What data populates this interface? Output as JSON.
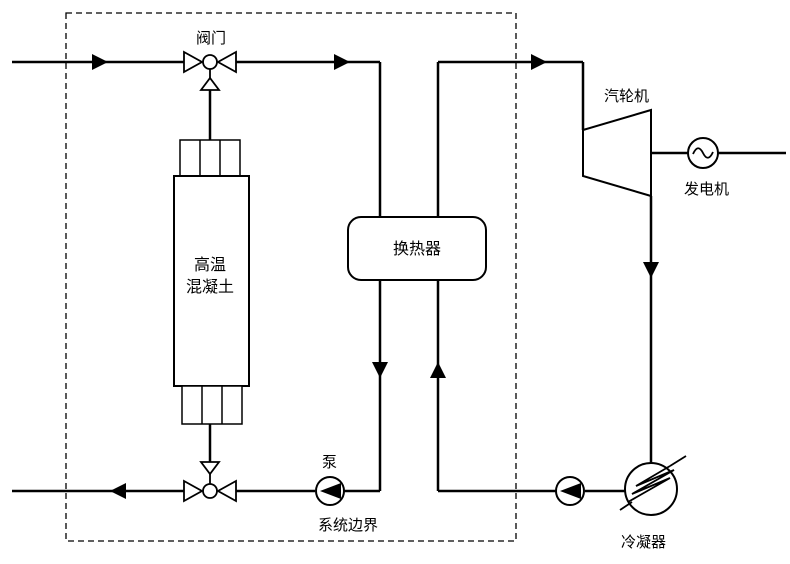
{
  "labels": {
    "valve": "阀门",
    "concrete_line1": "高温",
    "concrete_line2": "混凝土",
    "heat_exchanger": "换热器",
    "turbine": "汽轮机",
    "generator": "发电机",
    "pump": "泵",
    "system_boundary": "系统边界",
    "condenser": "冷凝器"
  },
  "colors": {
    "line": "#000000",
    "background": "#ffffff"
  }
}
